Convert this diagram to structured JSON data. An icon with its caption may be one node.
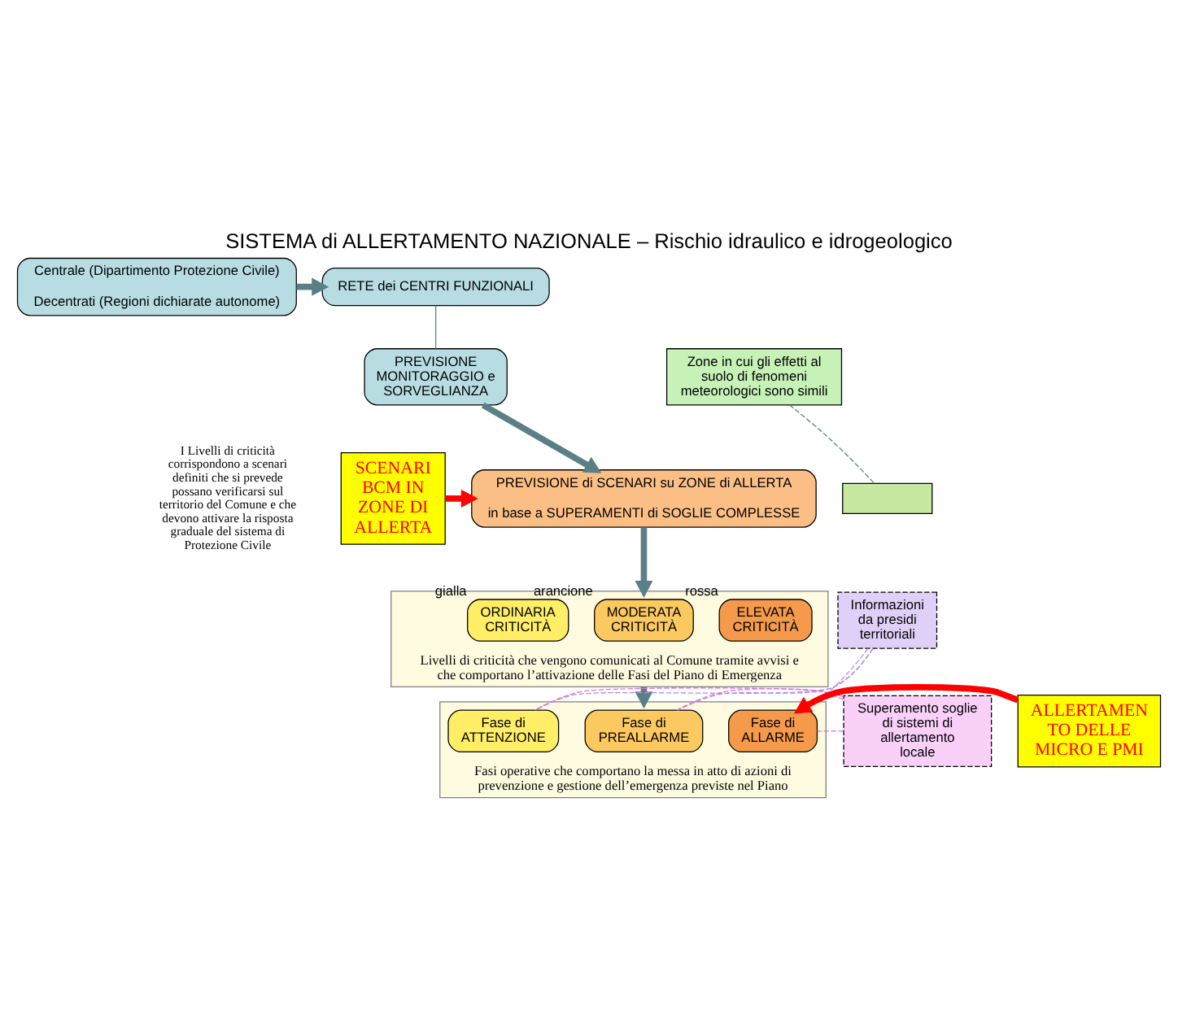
{
  "diagram": {
    "title": "SISTEMA di ALLERTAMENTO NAZIONALE – Rischio idraulico e idrogeologico",
    "nodes": [
      {
        "text": [
          "RETE dei CENTRI FUNZIONALI"
        ]
      },
      {
        "text": [
          "Centrale (Dipartimento Protezione Civile)",
          "Decentrati (Regioni dichiarate autonome)"
        ]
      },
      {
        "text": [
          "PREVISIONE MONITORAGGIO e SORVEGLIANZA"
        ]
      },
      {
        "text": [
          "PREVISIONE di SCENARI su ZONE di ALLERTA",
          "in base a SUPERAMENTI di SOGLIE COMPLESSE"
        ]
      },
      {
        "text": [
          "Zone in cui gli effetti al suolo di fenomeni meteorologici sono simili"
        ]
      },
      {
        "text": [],
        "shape": "box"
      },
      {
        "text": [
          "SCENARI BCM IN ZONE DI ALLERTA"
        ]
      },
      {
        "text": [
          "Livelli di criticità che vengono comunicati al Comune tramite avvisi e che comportano l’attivazione delle Fasi del Piano di Emergenza"
        ]
      },
      {
        "text": [
          "ORDINARIA CRITICITÀ"
        ],
        "beside": [
          "gialla"
        ],
        "in": 7
      },
      {
        "text": [
          "MODERATA CRITICITÀ"
        ],
        "beside": [
          "arancione"
        ],
        "in": 7
      },
      {
        "text": [
          "ELEVATA CRITICITÀ"
        ],
        "beside": [
          "rossa"
        ],
        "in": 7
      },
      {
        "text": [
          "Informazioni da presidi territoriali"
        ]
      },
      {
        "text": [
          "Fasi operative che comportano la messa in atto di azioni di prevenzione e gestione dell’emergenza previste nel Piano"
        ]
      },
      {
        "text": [
          "Fase di ATTENZIONE"
        ],
        "in": 12
      },
      {
        "text": [
          "Fase di PREALLARME"
        ],
        "in": 12
      },
      {
        "text": [
          "Fase di ALLARME"
        ],
        "in": 12
      },
      {
        "text": [
          "Superamento soglie di sistemi di allertamento locale"
        ]
      },
      {
        "text": [
          "ALLERTAMEN TO DELLE MICRO E PMI"
        ]
      }
    ],
    "edges": [
      {
        "from": 1,
        "to": 0,
        "arrow": "to",
        "style": "thick"
      },
      {
        "from": 0,
        "to": 2,
        "arrow": "none"
      },
      {
        "from": 2,
        "to": 3,
        "arrow": "to",
        "style": "thick"
      },
      {
        "from": 4,
        "to": 5,
        "arrow": "none",
        "style": "dashed"
      },
      {
        "from": 6,
        "to": 3,
        "arrow": "to",
        "style": "thick",
        "color": "#ff0000"
      },
      {
        "from": 3,
        "to": 7,
        "arrow": "to",
        "style": "thick"
      },
      {
        "from": 7,
        "to": 12,
        "arrow": "to",
        "style": "thick"
      },
      {
        "from": 11,
        "to": 13,
        "arrow": "none",
        "style": "dashed",
        "color": "#b38be0"
      },
      {
        "from": 11,
        "to": 14,
        "arrow": "none",
        "style": "dashed",
        "color": "#b38be0"
      },
      {
        "from": 11,
        "to": 15,
        "arrow": "none",
        "style": "dashed",
        "color": "#b38be0"
      },
      {
        "from": 16,
        "to": 13,
        "arrow": "none",
        "style": "dashed",
        "color": "#e070e0"
      },
      {
        "from": 16,
        "to": 14,
        "arrow": "none",
        "style": "dashed",
        "color": "#e070e0"
      },
      {
        "from": 16,
        "to": 15,
        "arrow": "none",
        "style": "dashed",
        "color": "#e070e0"
      },
      {
        "from": 17,
        "to": 15,
        "arrow": "to",
        "style": "thick",
        "color": "#ff0000"
      }
    ],
    "labels": [
      "I Livelli di criticità corrispondono a scenari definiti che si prevede possano verificarsi sul territorio del Comune e che devono attivare la risposta graduale del sistema di Protezione Civile"
    ]
  }
}
